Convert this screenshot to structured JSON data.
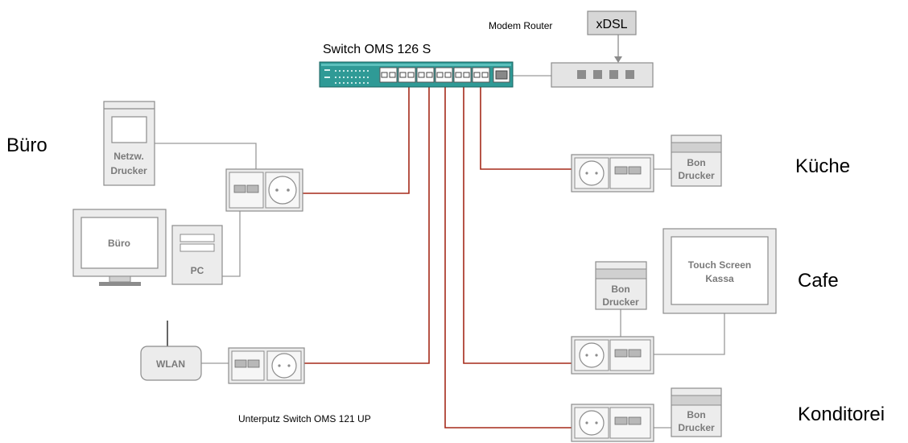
{
  "switch": {
    "label": "Switch OMS 126 S"
  },
  "modem": {
    "label": "Modem Router"
  },
  "xdsl": {
    "label": "xDSL"
  },
  "rooms": {
    "buero": "Büro",
    "kueche": "Küche",
    "cafe": "Cafe",
    "konditorei": "Konditorei"
  },
  "devices": {
    "netzwerk_drucker": [
      "Netzw.",
      "Drucker"
    ],
    "monitor": "Büro",
    "pc": "PC",
    "wlan": "WLAN",
    "bon_drucker": [
      "Bon",
      "Drucker"
    ],
    "touch_screen": [
      "Touch Screen",
      "Kassa"
    ]
  },
  "unterputz": {
    "label": "Unterputz Switch OMS 121 UP"
  },
  "colors": {
    "cable": "#a52a1a",
    "wire_gray": "#9a9a9a",
    "switch_body": "#2f9a96",
    "device_fill": "#ececec",
    "device_stroke": "#8c8c8c"
  }
}
